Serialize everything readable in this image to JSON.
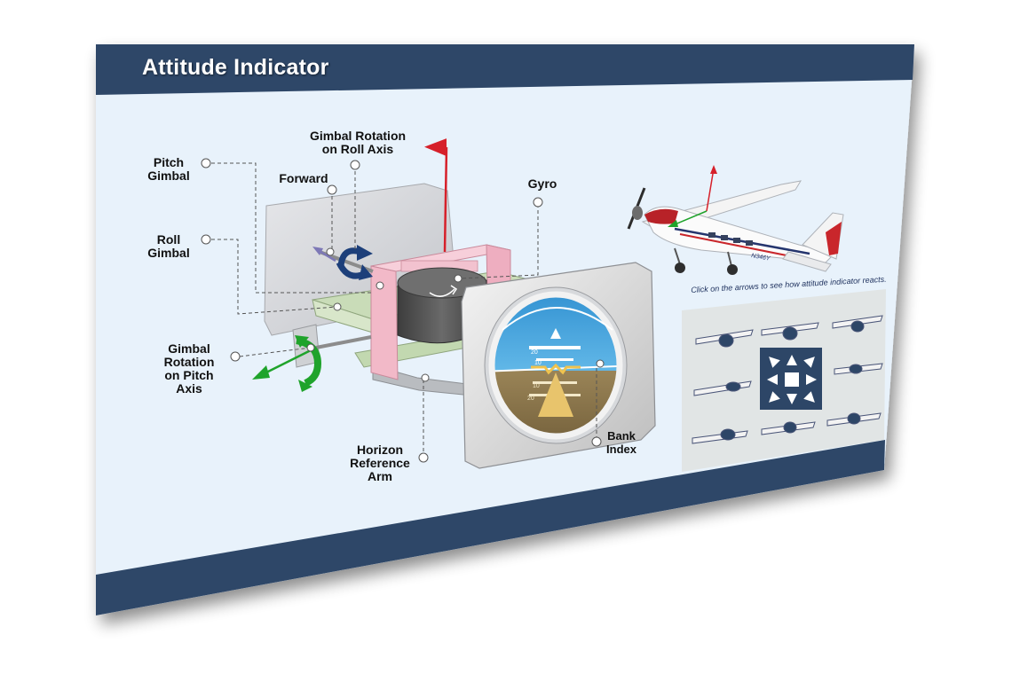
{
  "slide": {
    "title": "Attitude Indicator",
    "instruction": "Click on the arrows to see how attitude indicator reacts."
  },
  "labels": {
    "pitch_gimbal": "Pitch\nGimbal",
    "roll_gimbal": "Roll\nGimbal",
    "gimbal_rotation_roll": "Gimbal Rotation\non Roll Axis",
    "forward": "Forward",
    "gyro": "Gyro",
    "gimbal_rotation_pitch": "Gimbal\nRotation\non Pitch\nAxis",
    "horizon_reference_arm": "Horizon\nReference\nArm",
    "bank_index": "Bank\nIndex"
  },
  "instrument": {
    "pitch_marks": [
      "20",
      "10",
      "10",
      "20"
    ]
  },
  "aircraft": {
    "registration": "N346Y"
  },
  "controls": {
    "buttons": [
      "pitch-down-left",
      "pitch-down",
      "pitch-down-right",
      "bank-left",
      "center",
      "bank-right",
      "pitch-up-left",
      "pitch-up",
      "pitch-up-right"
    ]
  },
  "colors": {
    "header_band": "#2d4667",
    "content_bg": "#e8f2fb",
    "sky": "#3fa1dd",
    "ground": "#8a7448",
    "pitch_arrow": "#1fa32b",
    "roll_arrow": "#1d3f7a",
    "vertical_axis": "#d6202a",
    "forward_axis": "#7d78b6",
    "gimbal_pink": "#f2b9c8",
    "gimbal_green": "#c9dcb8",
    "gyro": "#4e4e4e",
    "control_pad": "#2d4667",
    "control_button": "#ffffff"
  }
}
